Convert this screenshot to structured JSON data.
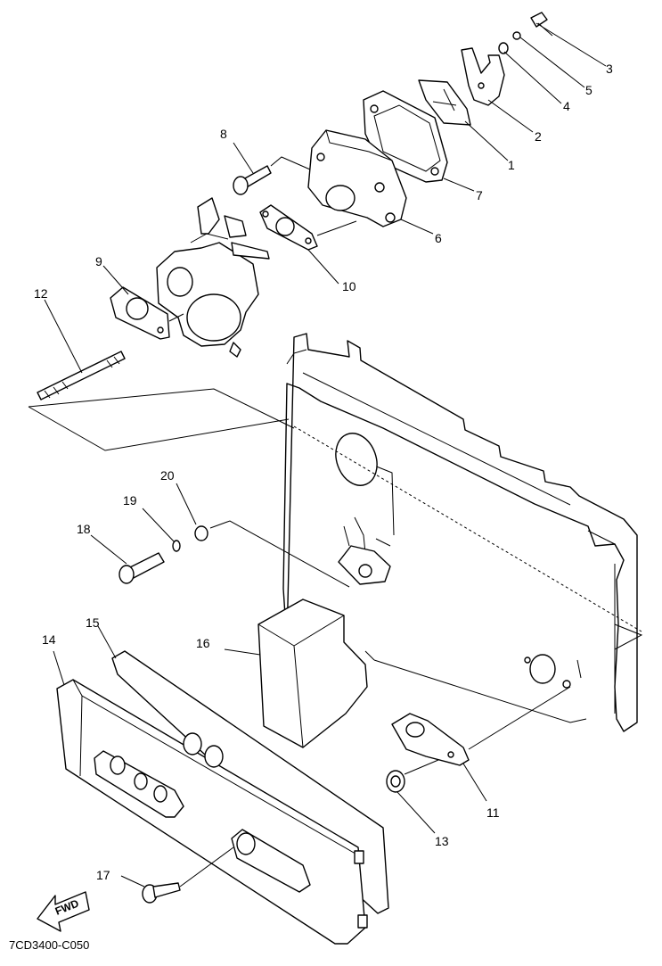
{
  "diagram_code": "7CD3400-C050",
  "fwd_label": "FWD",
  "callouts": [
    {
      "id": "c1",
      "label": "1"
    },
    {
      "id": "c2",
      "label": "2"
    },
    {
      "id": "c3",
      "label": "3"
    },
    {
      "id": "c4",
      "label": "4"
    },
    {
      "id": "c5",
      "label": "5"
    },
    {
      "id": "c6",
      "label": "6"
    },
    {
      "id": "c7",
      "label": "7"
    },
    {
      "id": "c8",
      "label": "8"
    },
    {
      "id": "c9",
      "label": "9"
    },
    {
      "id": "c10",
      "label": "10"
    },
    {
      "id": "c11",
      "label": "11"
    },
    {
      "id": "c12",
      "label": "12"
    },
    {
      "id": "c13",
      "label": "13"
    },
    {
      "id": "c14",
      "label": "14"
    },
    {
      "id": "c15",
      "label": "15"
    },
    {
      "id": "c16",
      "label": "16"
    },
    {
      "id": "c17",
      "label": "17"
    },
    {
      "id": "c18",
      "label": "18"
    },
    {
      "id": "c19",
      "label": "19"
    },
    {
      "id": "c20",
      "label": "20"
    }
  ]
}
